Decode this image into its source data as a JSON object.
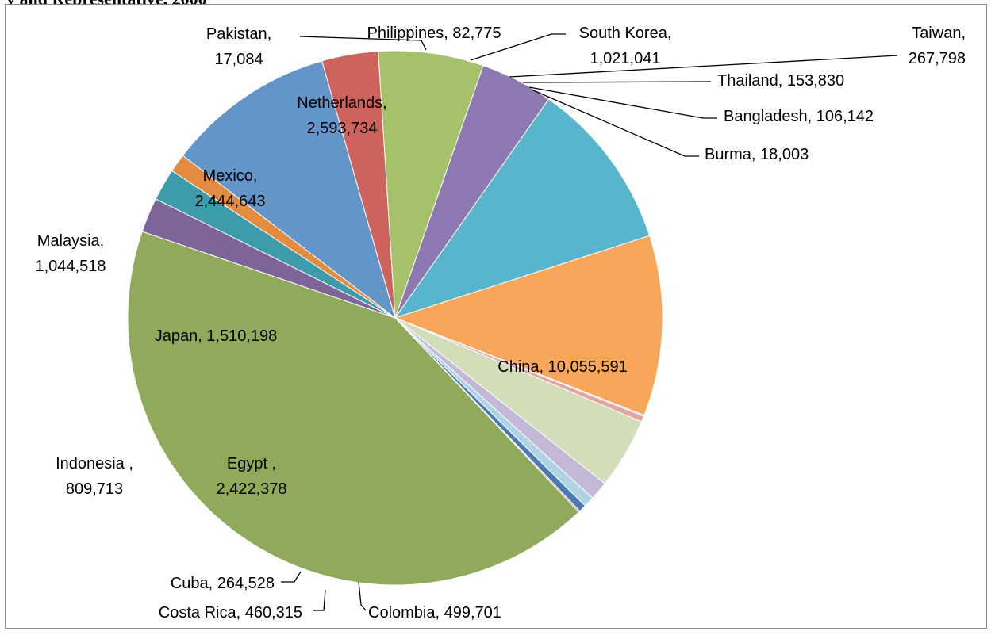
{
  "header": {
    "cutoff_title": "y and Representative, 2000"
  },
  "chart_data": {
    "type": "pie",
    "title": "",
    "slices": [
      {
        "name": "China,",
        "value": 10055591,
        "value_label": "10,055,591",
        "color": "#8faa5a"
      },
      {
        "name": "Colombia,",
        "value": 499701,
        "value_label": "499,701",
        "color": "#7e6599"
      },
      {
        "name": "Costa Rica,",
        "value": 460315,
        "value_label": "460,315",
        "color": "#3d9bac"
      },
      {
        "name": "Cuba,",
        "value": 264528,
        "value_label": "264,528",
        "color": "#e38b3e"
      },
      {
        "name": "Egypt ,",
        "value": 2422378,
        "value_label": "2,422,378",
        "color": "#6495c8"
      },
      {
        "name": "Indonesia ,",
        "value": 809713,
        "value_label": "809,713",
        "color": "#cd635c"
      },
      {
        "name": "Japan,",
        "value": 1510198,
        "value_label": "1,510,198",
        "color": "#a5c169"
      },
      {
        "name": "Malaysia,",
        "value": 1044518,
        "value_label": "1,044,518",
        "color": "#8d78b2"
      },
      {
        "name": "Mexico,",
        "value": 2444643,
        "value_label": "2,444,643",
        "color": "#58b5cb"
      },
      {
        "name": "Netherlands,",
        "value": 2593734,
        "value_label": "2,593,734",
        "color": "#f8a659"
      },
      {
        "name": "Pakistan,",
        "value": 17084,
        "value_label": "17,084",
        "color": "#9bb6d8"
      },
      {
        "name": "Philippines,",
        "value": 82775,
        "value_label": "82,775",
        "color": "#e1a5a2"
      },
      {
        "name": "South Korea,",
        "value": 1021041,
        "value_label": "1,021,041",
        "color": "#d2ddb9"
      },
      {
        "name": "Taiwan,",
        "value": 267798,
        "value_label": "267,798",
        "color": "#c3b9d6"
      },
      {
        "name": "Thailand,",
        "value": 153830,
        "value_label": "153,830",
        "color": "#aed3e2"
      },
      {
        "name": "Bangladesh,",
        "value": 106142,
        "value_label": "106,142",
        "color": "#4b79b4"
      },
      {
        "name": "Burma,",
        "value": 18003,
        "value_label": "18,003",
        "color": "#c55a4e"
      }
    ]
  }
}
